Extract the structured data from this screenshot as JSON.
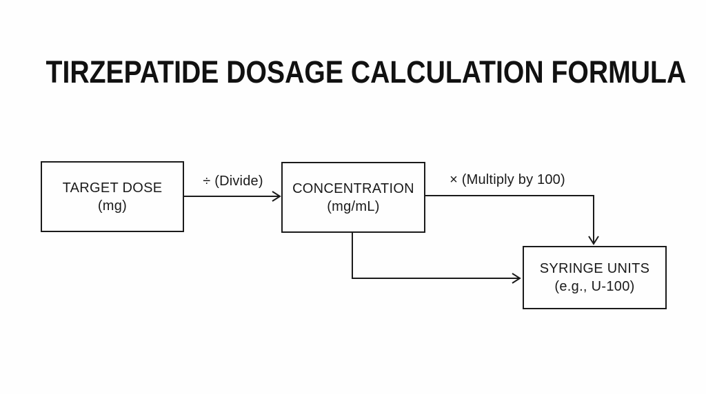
{
  "title": "TIRZEPATIDE DOSAGE CALCULATION FORMULA",
  "flowchart": {
    "nodes": [
      {
        "id": "target-dose",
        "label": "TARGET DOSE",
        "sublabel": "(mg)"
      },
      {
        "id": "concentration",
        "label": "CONCENTRATION",
        "sublabel": "(mg/mL)"
      },
      {
        "id": "syringe-units",
        "label": "SYRINGE UNITS",
        "sublabel": "(e.g., U-100)"
      }
    ],
    "edges": [
      {
        "from": "target-dose",
        "to": "concentration",
        "label": "÷ (Divide)"
      },
      {
        "from": "concentration",
        "to": "syringe-units",
        "label": "× (Multiply by 100)"
      },
      {
        "from": "concentration",
        "to": "syringe-units",
        "label": ""
      }
    ]
  },
  "colors": {
    "background": "#fefefe",
    "line": "#1a1a1a",
    "text": "#111111"
  }
}
